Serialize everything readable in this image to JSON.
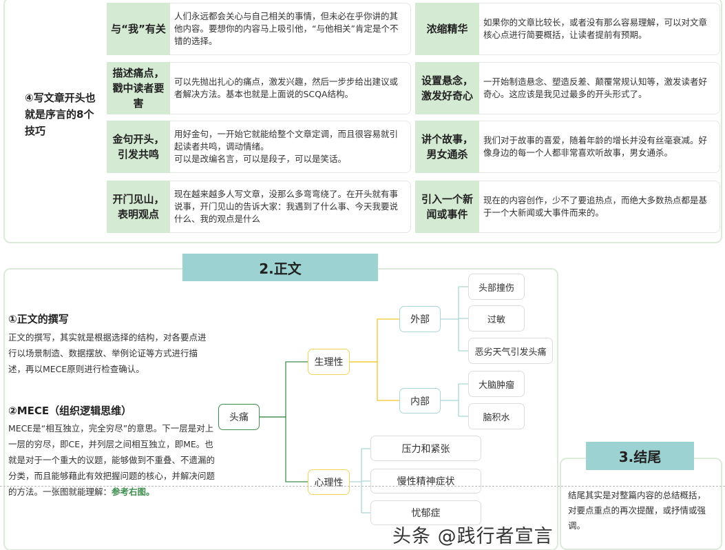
{
  "section1": {
    "title": "④写文章开头也就是序言的8个技巧",
    "tips": [
      {
        "label": "与“我”有关",
        "text": "人们永远都会关心与自己相关的事情，但未必在乎你讲的其他内容。要想你的内容马上吸引他，“与他相关”肯定是个不错的选择。"
      },
      {
        "label": "浓缩精华",
        "text": "如果你的文章比较长，或者没有那么容易理解，可以对文章核心点进行简要概括，让读者提前有预期。"
      },
      {
        "label": "描述痛点，戳中读者要害",
        "text": "可以先抛出扎心的痛点，激发兴趣，然后一步步给出建议或者解决方法。基本也就是上面说的SCQA结构。"
      },
      {
        "label": "设置悬念，激发好奇心",
        "text": "一开始制造悬念、塑造反差、颠覆常规认知等，激发读者好奇心。这应该是我见过最多的开头形式了。"
      },
      {
        "label": "金句开头，引发共鸣",
        "text": "用好金句，一开始它就能给整个文章定调，而且很容易就引起读者共鸣，调动情绪。\n可以是改编名言，可以是段子，可以是笑话。"
      },
      {
        "label": "讲个故事，男女通杀",
        "text": "我们对于故事的喜爱，随着年龄的增长并没有丝毫衰减。好像身边的每一个人都非常喜欢听故事，男女通杀。"
      },
      {
        "label": "开门见山，表明观点",
        "text": "现在越来越多人写文章，没那么多弯弯绕了。在开头就有事说事，开门见山的告诉大家：我遇到了什么事、今天我要说什么、我的观点是什么"
      },
      {
        "label": "引入一个新闻或事件",
        "text": "现在的内容创作，少不了要追热点，而绝大多数热点都是基于一个大新闻或大事件而来的。"
      }
    ]
  },
  "section2": {
    "header": "2.正文",
    "h1": "①正文的撰写",
    "p1": "正文的撰写，其实就是根据选择的结构，对各要点进行以场景制造、数据摆放、举例论证等方式进行描述，再以MECE原则进行检查确认。",
    "h2": "②MECE（组织逻辑思维）",
    "p2": "MECE是“相互独立，完全穷尽”的意思。下一层是对上一层的穷尽，即CE，并列层之间相互独立，即ME。也就是对于一个重大的议题，能够做到不重叠、不遗漏的分类，而且能够藉此有效把握问题的核心，并解决问题的方法。一张图就能理解：",
    "p2_link": "参考右图。",
    "mindmap": {
      "root": "头痛",
      "physio": "生理性",
      "external": "外部",
      "internal": "内部",
      "external_items": [
        "头部撞伤",
        "过敏",
        "恶劣天气引发头痛"
      ],
      "internal_items": [
        "大脑肿瘤",
        "脑积水"
      ],
      "psych": "心理性",
      "psych_items": [
        "压力和紧张",
        "慢性精神症状",
        "忧郁症"
      ]
    }
  },
  "section3": {
    "header": "3.结尾",
    "text": "结尾其实是对整篇内容的总结概括，对要点重点的再次提醒，或抒情或强调。"
  },
  "watermark": "头条 @践行者宣言",
  "colors": {
    "label_bg": "#d5ead3",
    "header_bg": "#9dd2d2",
    "root_line": "#3e8d4e",
    "physio_line": "#f2c830",
    "leaf_line": "#a9d6d6",
    "link": "#3e8d4e"
  }
}
